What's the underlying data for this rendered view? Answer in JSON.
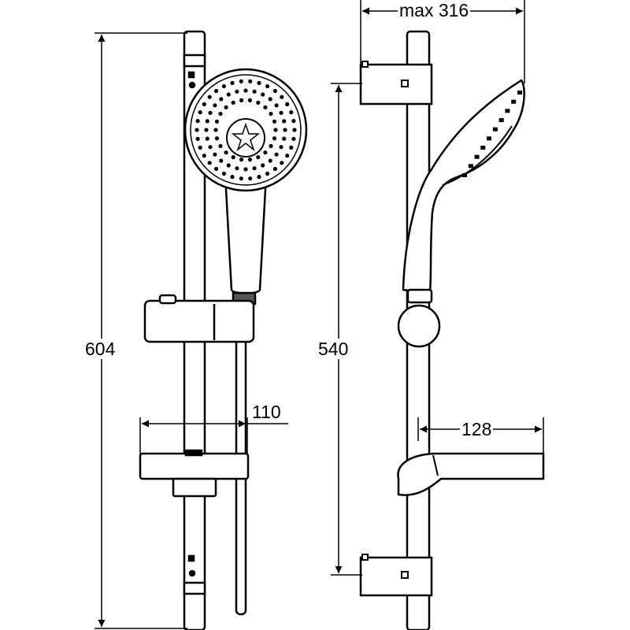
{
  "dimensions": {
    "max_projection": "max 316",
    "total_height": "604",
    "bracket_spacing": "540",
    "soap_dish_width": "110",
    "soap_dish_depth": "128"
  },
  "colors": {
    "line": "#000000",
    "fill": "#ffffff",
    "pipe_fill": "#ffffff"
  }
}
